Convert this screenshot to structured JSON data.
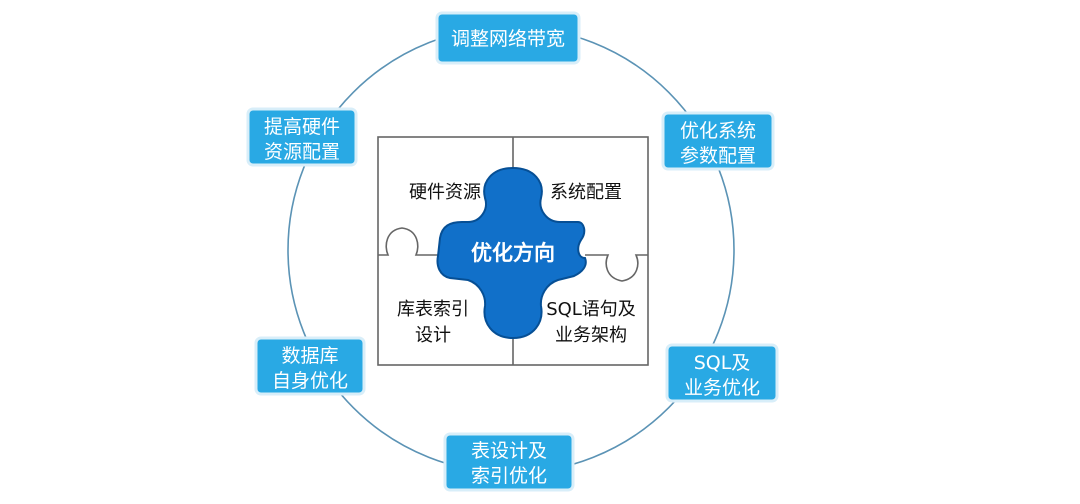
{
  "colors": {
    "box_fill": "#29a9e4",
    "box_stroke": "#d8eef9",
    "ring": "#5b93b5",
    "puzzle_stroke": "#666666",
    "center_fill": "#1170c9",
    "center_stroke": "#064f95"
  },
  "center": {
    "label": "优化方向"
  },
  "puzzle": {
    "top_left": "硬件资源",
    "top_right": "系统配置",
    "bottom_left": [
      "库表索引",
      "设计"
    ],
    "bottom_right": [
      "SQL语句及",
      "业务架构"
    ]
  },
  "ring_items": [
    {
      "lines": [
        "调整网络带宽"
      ]
    },
    {
      "lines": [
        "优化系统",
        "参数配置"
      ]
    },
    {
      "lines": [
        "SQL及",
        "业务优化"
      ]
    },
    {
      "lines": [
        "表设计及",
        "索引优化"
      ]
    },
    {
      "lines": [
        "数据库",
        "自身优化"
      ]
    },
    {
      "lines": [
        "提高硬件",
        "资源配置"
      ]
    }
  ]
}
